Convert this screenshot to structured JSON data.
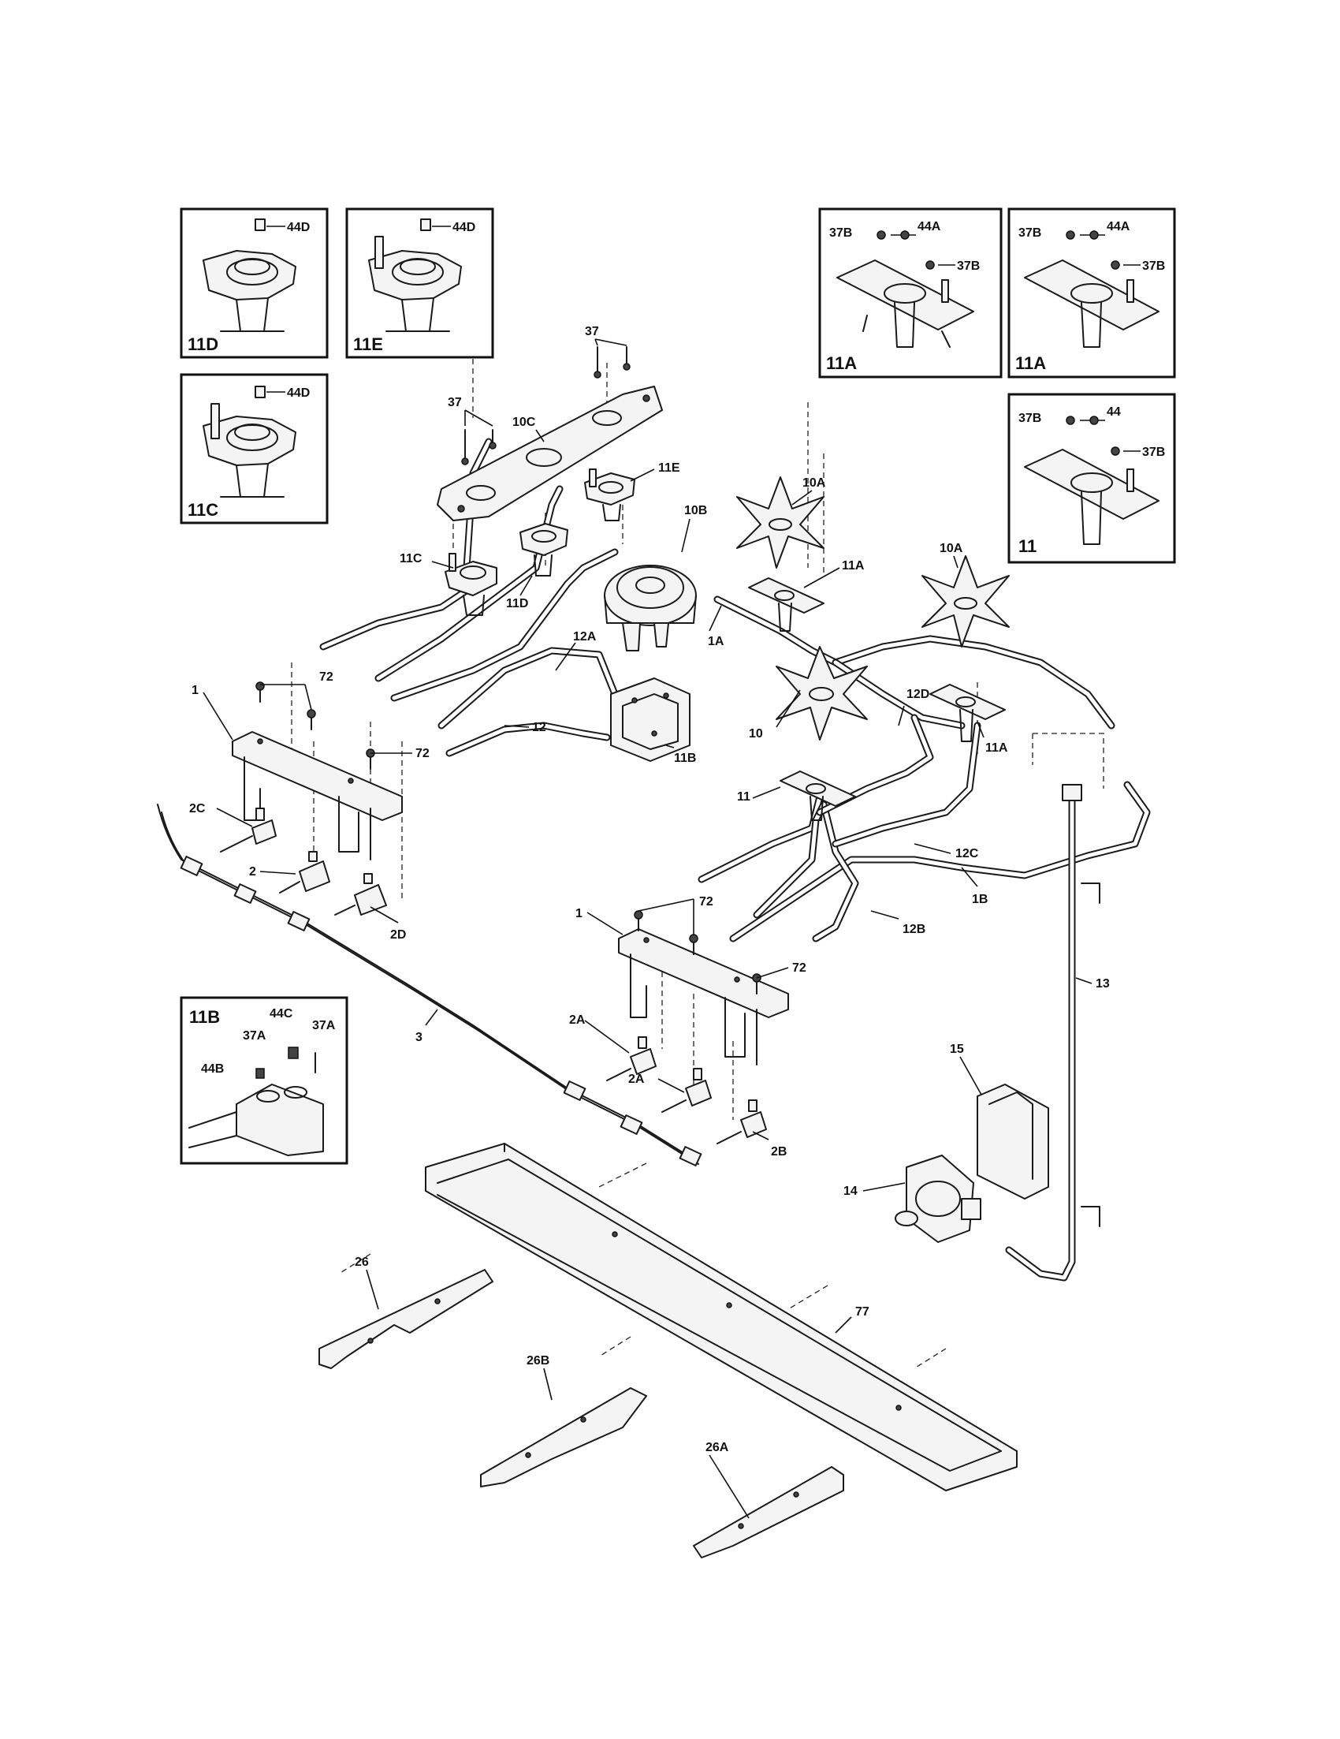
{
  "insets": [
    {
      "id": "11D",
      "title": "11D",
      "callouts": [
        "44D"
      ]
    },
    {
      "id": "11E",
      "title": "11E",
      "callouts": [
        "44D"
      ]
    },
    {
      "id": "11C",
      "title": "11C",
      "callouts": [
        "44D"
      ]
    },
    {
      "id": "11A-1",
      "title": "11A",
      "callouts": [
        "37B",
        "44A",
        "37B"
      ]
    },
    {
      "id": "11A-2",
      "title": "11A",
      "callouts": [
        "37B",
        "44A",
        "37B"
      ]
    },
    {
      "id": "11",
      "title": "11",
      "callouts": [
        "37B",
        "44",
        "37B"
      ]
    },
    {
      "id": "11B",
      "title": "11B",
      "callouts": [
        "44C",
        "37A",
        "37A",
        "44B"
      ]
    }
  ],
  "callouts": {
    "c37_top": "37",
    "c37_left": "37",
    "c10C": "10C",
    "c11E": "11E",
    "c10B": "10B",
    "c10A_1": "10A",
    "c11A_1": "11A",
    "c10A_2": "10A",
    "c11C": "11C",
    "c11D": "11D",
    "c12A": "12A",
    "c1A": "1A",
    "c72_1": "72",
    "c1_left": "1",
    "c72_2": "72",
    "c12": "12",
    "c11B": "11B",
    "c12D": "12D",
    "c10": "10",
    "c11A_2": "11A",
    "c2C": "2C",
    "c11": "11",
    "c12C": "12C",
    "c2": "2",
    "c1B": "1B",
    "c2D": "2D",
    "c72_3": "72",
    "c1_right": "1",
    "c12B": "12B",
    "c72_4": "72",
    "c13": "13",
    "c3": "3",
    "c2A_1": "2A",
    "c2A_2": "2A",
    "c2B": "2B",
    "c15": "15",
    "c14": "14",
    "c26": "26",
    "c77": "77",
    "c26B": "26B",
    "c26A": "26A"
  }
}
